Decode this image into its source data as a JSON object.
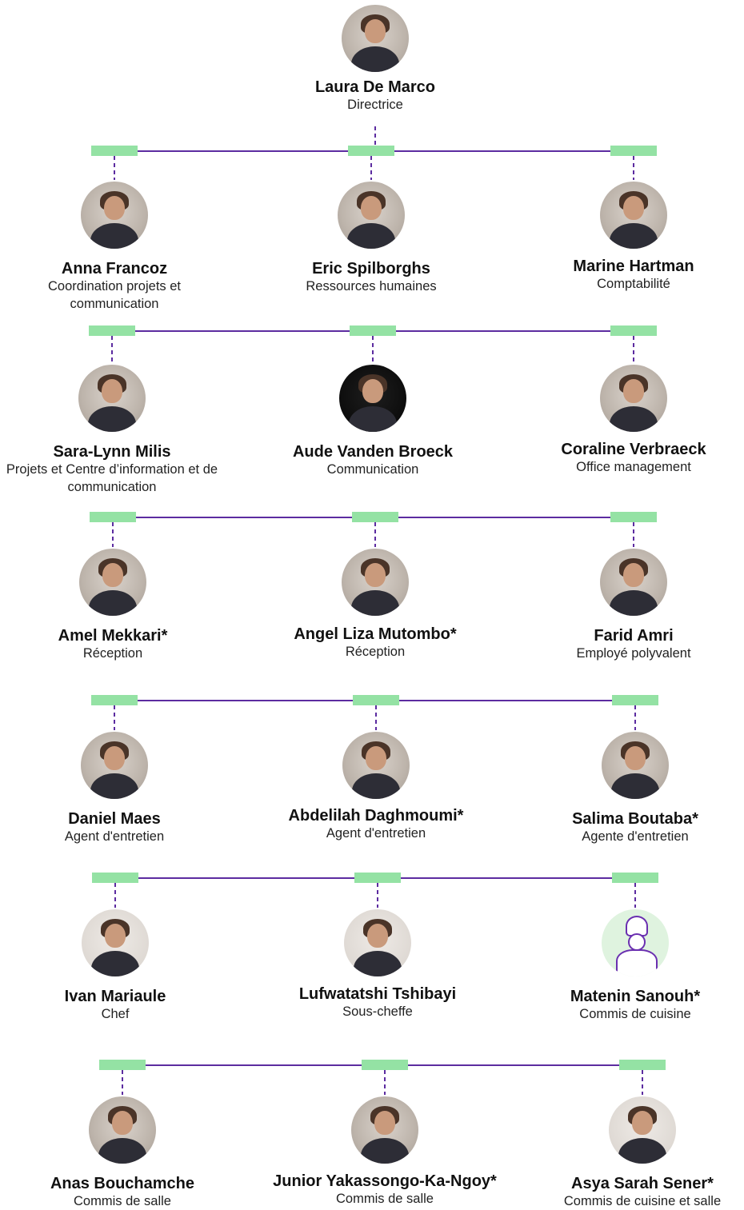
{
  "colors": {
    "connector": "#5c2ca0",
    "tag": "#94e2a4"
  },
  "director": {
    "name": "Laura De Marco",
    "role": "Directrice",
    "photo": "portrait-photo"
  },
  "rows": [
    {
      "members": [
        {
          "name": "Anna Francoz",
          "role": "Coordination projets et communication",
          "photo": "portrait-photo"
        },
        {
          "name": "Eric Spilborghs",
          "role": "Ressources humaines",
          "photo": "portrait-photo"
        },
        {
          "name": "Marine Hartman",
          "role": "Comptabilité",
          "photo": "portrait-photo"
        }
      ]
    },
    {
      "members": [
        {
          "name": "Sara-Lynn Milis",
          "role": "Projets et Centre d’information et de communication",
          "photo": "portrait-photo"
        },
        {
          "name": "Aude Vanden Broeck",
          "role": "Communication",
          "photo": "portrait-photo-dark"
        },
        {
          "name": "Coraline Verbraeck",
          "role": "Office management",
          "photo": "portrait-photo"
        }
      ]
    },
    {
      "members": [
        {
          "name": "Amel Mekkari*",
          "role": "Réception",
          "photo": "portrait-photo"
        },
        {
          "name": "Angel Liza Mutombo*",
          "role": "Réception",
          "photo": "portrait-photo"
        },
        {
          "name": "Farid Amri",
          "role": "Employé polyvalent",
          "photo": "portrait-photo"
        }
      ]
    },
    {
      "members": [
        {
          "name": "Daniel Maes",
          "role": "Agent d'entretien",
          "photo": "portrait-photo"
        },
        {
          "name": "Abdelilah Daghmoumi*",
          "role": "Agent d'entretien",
          "photo": "portrait-photo"
        },
        {
          "name": "Salima Boutaba*",
          "role": "Agente d'entretien",
          "photo": "portrait-photo"
        }
      ]
    },
    {
      "members": [
        {
          "name": "Ivan Mariaule",
          "role": "Chef",
          "photo": "portrait-photo-light"
        },
        {
          "name": "Lufwatatshi Tshibayi",
          "role": "Sous-cheffe",
          "photo": "portrait-photo-light"
        },
        {
          "name": "Matenin Sanouh*",
          "role": "Commis de cuisine",
          "photo": "chef-illustration-icon"
        }
      ]
    },
    {
      "members": [
        {
          "name": "Anas Bouchamche",
          "role": "Commis de salle",
          "photo": "portrait-photo"
        },
        {
          "name": "Junior Yakassongo-Ka-Ngoy*",
          "role": "Commis de salle",
          "photo": "portrait-photo"
        },
        {
          "name": "Asya Sarah Sener*",
          "role": "Commis de cuisine et salle",
          "photo": "portrait-photo-light"
        }
      ]
    }
  ]
}
